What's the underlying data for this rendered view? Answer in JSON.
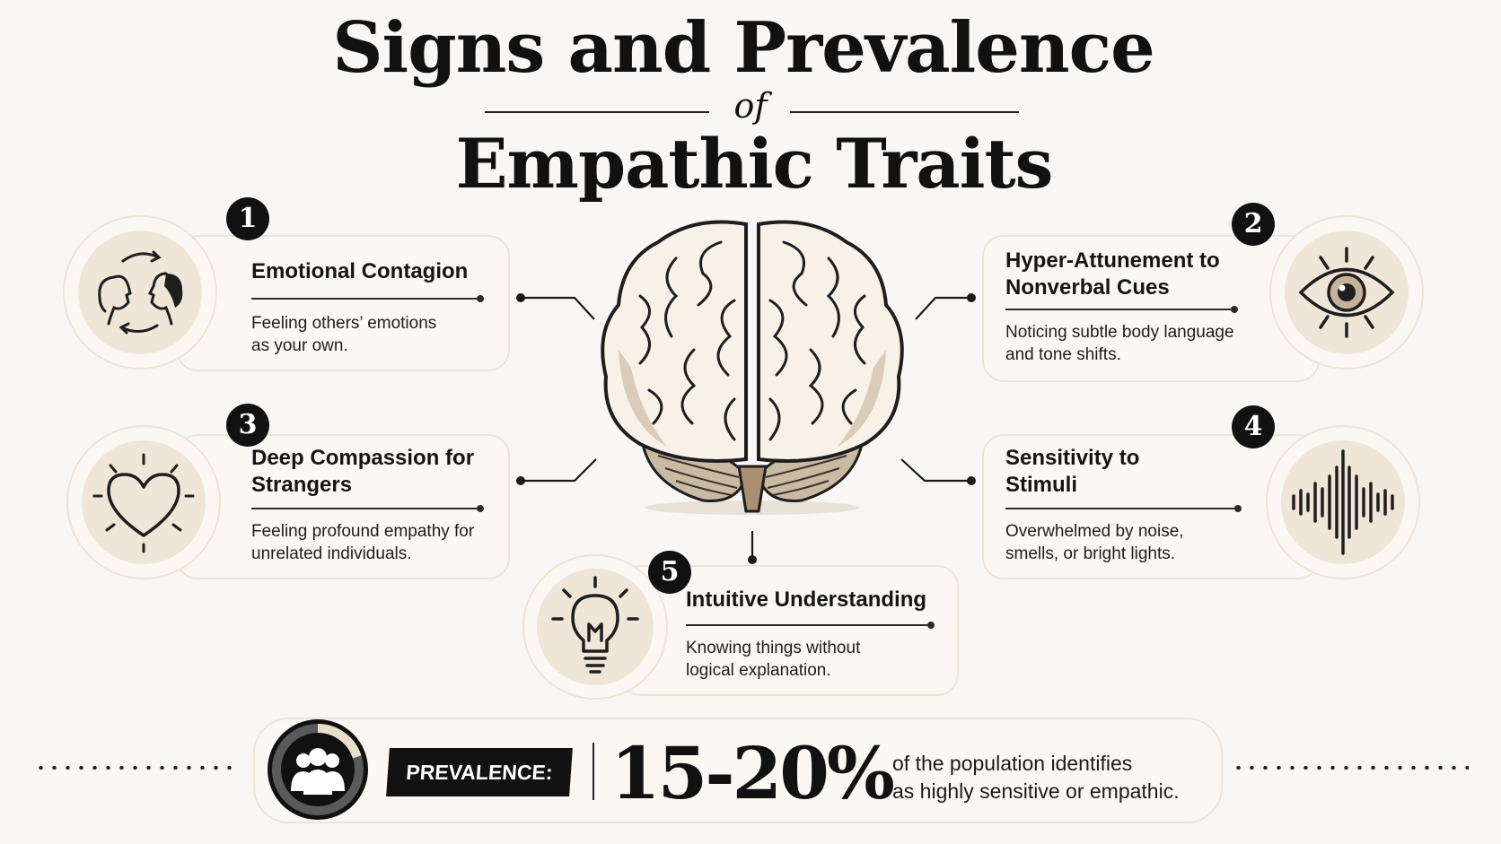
{
  "title": {
    "line1": "Signs and Prevalence",
    "connector": "of",
    "line2": "Empathic Traits"
  },
  "traits": [
    {
      "number": "1",
      "heading": "Emotional Contagion",
      "description": "Feeling others’ emotions as your own.",
      "icon": "two-faces-exchange-icon"
    },
    {
      "number": "2",
      "heading": "Hyper-Attunement to Nonverbal Cues",
      "description": "Noticing subtle body language and tone shifts.",
      "icon": "eye-icon"
    },
    {
      "number": "3",
      "heading": "Deep Compassion for Strangers",
      "description": "Feeling profound empathy for unrelated individuals.",
      "icon": "heart-icon"
    },
    {
      "number": "4",
      "heading": "Sensitivity to Stimuli",
      "description": "Overwhelmed by noise, smells, or bright lights.",
      "icon": "sound-wave-icon"
    },
    {
      "number": "5",
      "heading": "Intuitive Understanding",
      "description": "Knowing things without logical explanation.",
      "icon": "lightbulb-icon"
    }
  ],
  "center_icon": "brain-icon",
  "prevalence": {
    "label": "PREVALENCE:",
    "value": "15-20%",
    "description_line1": "of the population identifies",
    "description_line2": "as highly sensitive or empathic.",
    "icon": "people-group-icon",
    "fraction": 0.2
  },
  "colors": {
    "background": "#f8f7f5",
    "card": "#fbf8f3",
    "icon_fill": "#efe6d8",
    "ink": "#111111"
  }
}
